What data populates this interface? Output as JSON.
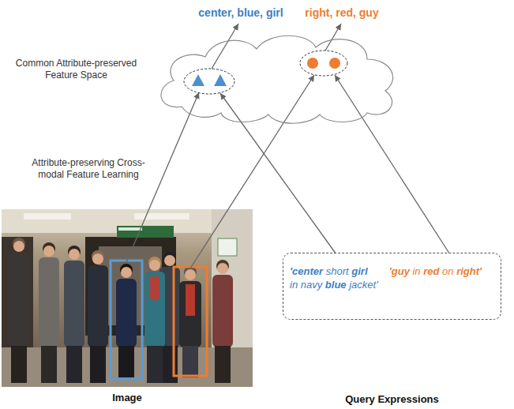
{
  "diagram": {
    "nodes": [
      {
        "text": [
          "Common Attribute-preserved Feature Space"
        ]
      },
      {
        "text": [
          "Image"
        ]
      },
      {
        "text": [
          "'center short girl in navy blue jacket'",
          "'guy in red on right'",
          "Query Expressions"
        ]
      }
    ],
    "edges": [
      {
        "from": 1,
        "to": 0,
        "arrow": "to"
      },
      {
        "from": 1,
        "to": 0,
        "arrow": "to"
      },
      {
        "from": 2,
        "to": 0,
        "arrow": "to"
      },
      {
        "from": 2,
        "to": 0,
        "arrow": "to"
      }
    ],
    "labels": [
      "center, blue, girl",
      "right, red, guy",
      "Attribute-preserving Cross-modal Feature Learning"
    ]
  }
}
